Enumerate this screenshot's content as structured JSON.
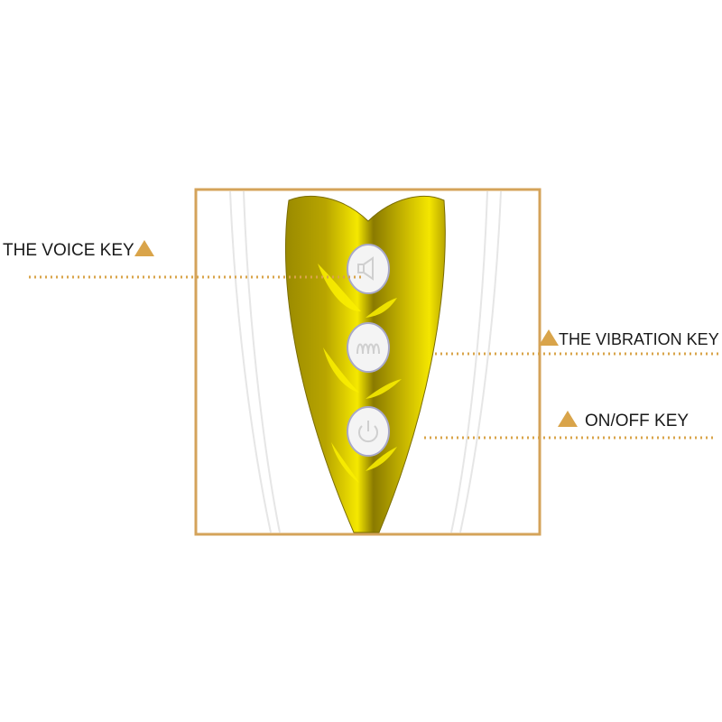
{
  "labels": {
    "voice_key": "THE VOICE KEY",
    "vibration_key": "THE VIBRATION KEY",
    "onoff_key": "ON/OFF KEY"
  },
  "icons": [
    "speaker-icon",
    "vibration-icon",
    "power-icon",
    "triangle-marker-icon"
  ],
  "colors": {
    "accent": "#d9a44a",
    "frame": "#d4a35a",
    "gold": "#c8b400",
    "gold_bright": "#f2e200"
  }
}
